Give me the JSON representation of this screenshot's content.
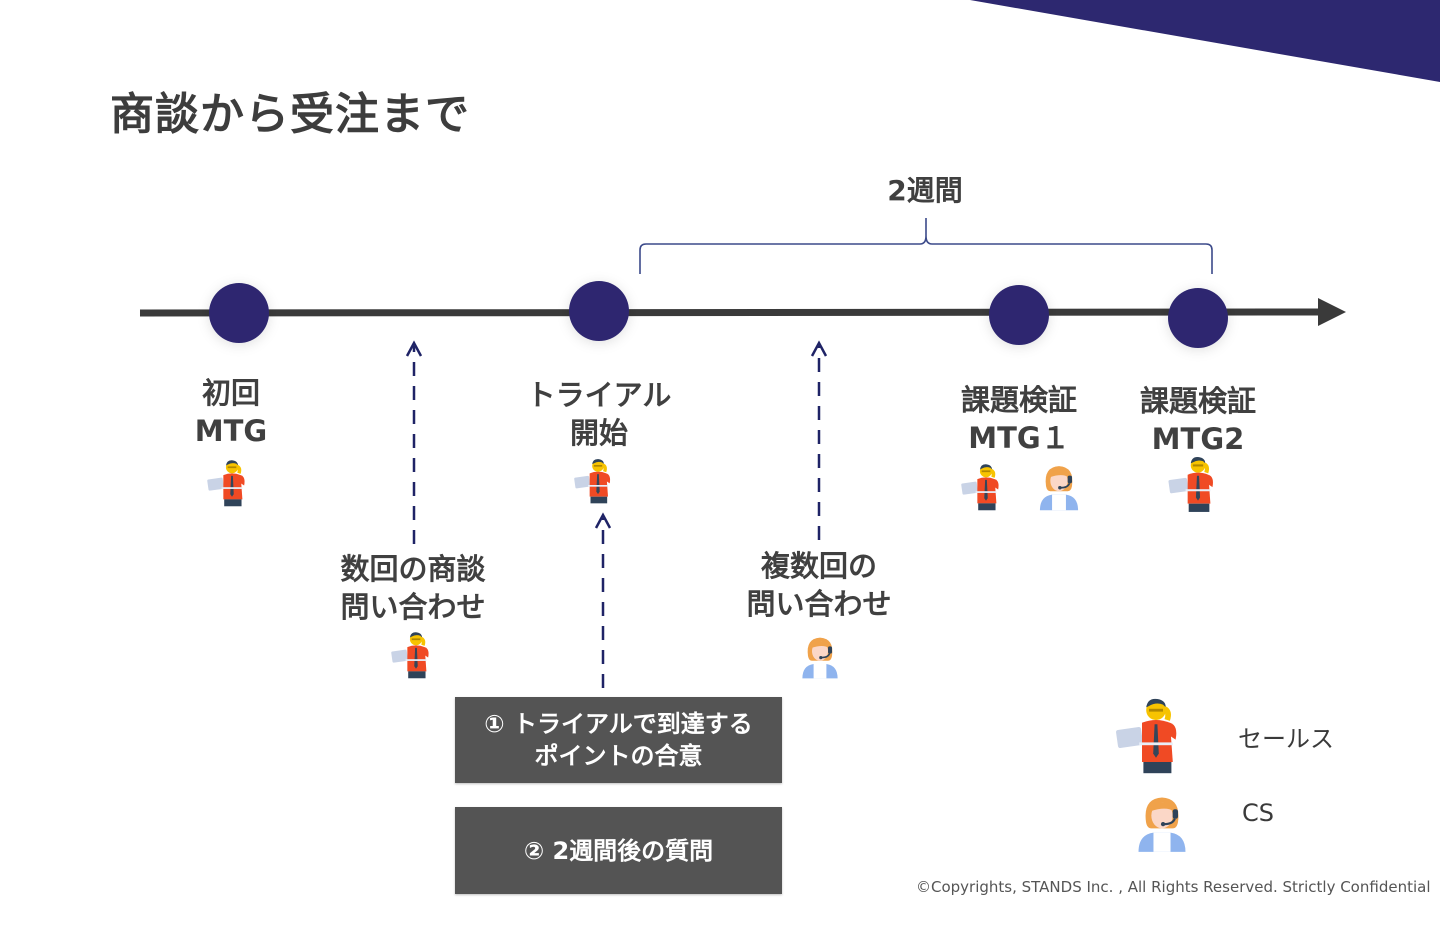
{
  "slide": {
    "title": "商談から受注まで",
    "accent_color": "#2d2870",
    "axis_color": "#3a3a3a",
    "bracket_color": "#3c4a8a"
  },
  "timeline": {
    "span": {
      "label": "2週間",
      "from_milestone": 1,
      "to_milestone": 3
    },
    "milestones": [
      {
        "id": "initial-mtg",
        "lines": [
          "初回",
          "MTG"
        ],
        "roles": [
          "sales"
        ]
      },
      {
        "id": "trial-start",
        "lines": [
          "トライアル",
          "開始"
        ],
        "roles": [
          "sales"
        ]
      },
      {
        "id": "validation-mtg-1",
        "lines": [
          "課題検証",
          "MTG１"
        ],
        "roles": [
          "sales",
          "cs"
        ]
      },
      {
        "id": "validation-mtg-2",
        "lines": [
          "課題検証",
          "MTG2"
        ],
        "roles": [
          "sales"
        ]
      }
    ],
    "interim_events": [
      {
        "id": "multiple-meetings",
        "lines": [
          "数回の商談",
          "問い合わせ"
        ],
        "roles": [
          "sales"
        ]
      },
      {
        "id": "multiple-inquiries",
        "lines": [
          "複数回の",
          "問い合わせ"
        ],
        "roles": [
          "cs"
        ]
      }
    ]
  },
  "notes": [
    {
      "lines": [
        "① トライアルで到達する",
        "ポイントの合意"
      ]
    },
    {
      "lines": [
        "② 2週間後の質問"
      ]
    }
  ],
  "legend": [
    {
      "role": "sales",
      "label": "セールス",
      "icon": "salesperson-icon"
    },
    {
      "role": "cs",
      "label": "CS",
      "icon": "support-agent-icon"
    }
  ],
  "footer": {
    "copyright": "©Copyrights, STANDS Inc. , All Rights Reserved. Strictly Confidential"
  }
}
